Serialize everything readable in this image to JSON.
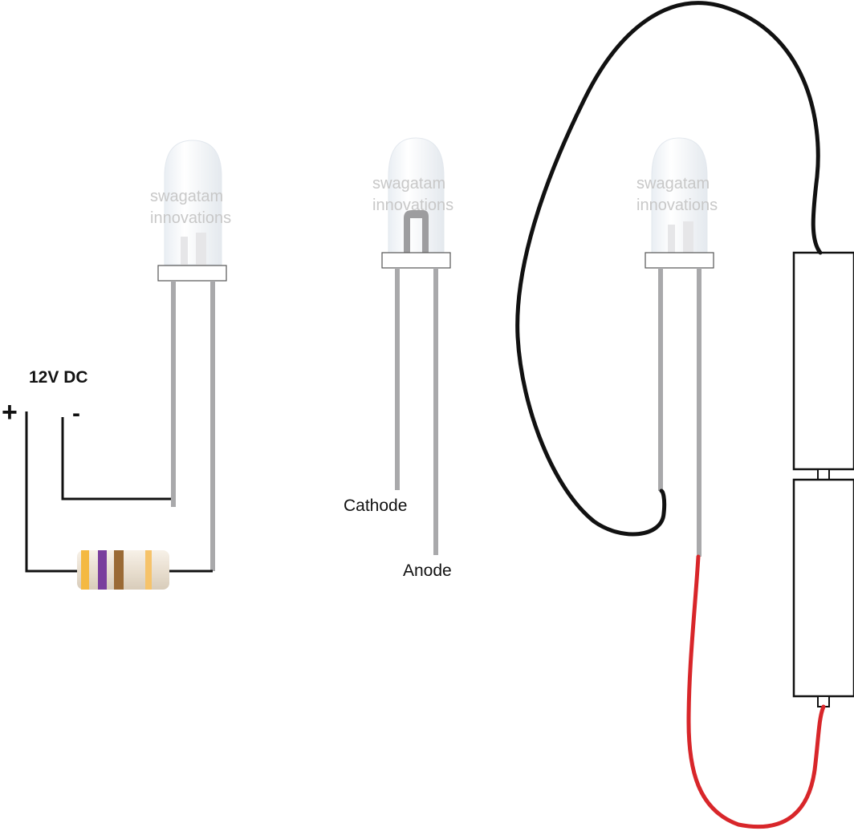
{
  "labels": {
    "supply": "12V DC",
    "plus": "+",
    "minus": "-",
    "cathode": "Cathode",
    "anode": "Anode"
  },
  "watermark": {
    "line1": "swagatam",
    "line2": "innovations"
  },
  "colors": {
    "wire_black": "#111111",
    "wire_red": "#d8262a",
    "led_lead": "#a9a9ab",
    "resistor_body": "#efe6d8",
    "band_1": "#f4b942",
    "band_2": "#7a3e9d",
    "band_3": "#9a6a35",
    "band_4": "#f6c36a"
  }
}
